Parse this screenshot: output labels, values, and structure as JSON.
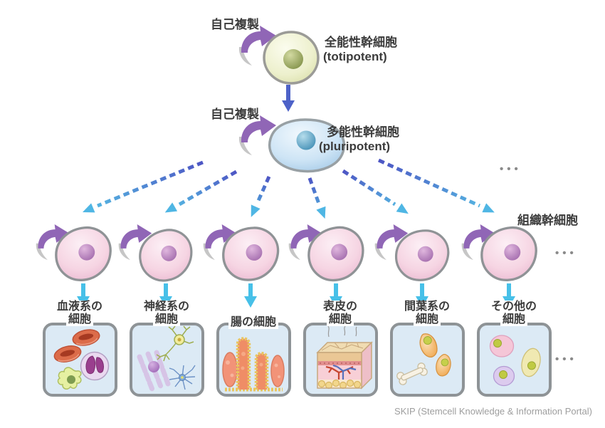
{
  "labels": {
    "self_renewal_top": "自己複製",
    "self_renewal_mid": "自己複製",
    "totipotent_ja": "全能性幹細胞",
    "totipotent_en": "(totipotent)",
    "pluripotent_ja": "多能性幹細胞",
    "pluripotent_en": "(pluripotent)",
    "tissue_stem_ja": "組織幹細胞",
    "ellipsis": "•••"
  },
  "lineages": [
    {
      "name": "blood",
      "label_lines": [
        "血液系の",
        "細胞"
      ]
    },
    {
      "name": "nerve",
      "label_lines": [
        "神経系の",
        "細胞"
      ]
    },
    {
      "name": "intestine",
      "label_lines": [
        "腸の細胞"
      ]
    },
    {
      "name": "epidermis",
      "label_lines": [
        "表皮の",
        "細胞"
      ]
    },
    {
      "name": "mesenchymal",
      "label_lines": [
        "間葉系の",
        "細胞"
      ]
    },
    {
      "name": "other",
      "label_lines": [
        "その他の",
        "細胞"
      ]
    }
  ],
  "credit": "SKIP (Stemcell Knowledge & Information Portal)",
  "icons": {
    "self_renewal_arrow": "curved-purple-arrow",
    "differentiation_arrow": "solid-blue-down-arrow",
    "dashed_differentiation_arrow": "blue-to-cyan-dashed-arrow",
    "lineage_arrow": "cyan-down-arrow",
    "ellipsis": "three-gray-dots"
  },
  "colors": {
    "self_renewal_purple": "#9066b6",
    "arrow_blue": "#4d62c8",
    "arrow_cyan": "#47c0e8",
    "dashed_gradient_start": "#4d55c4",
    "dashed_gradient_end": "#55b8e2",
    "totipotent_cell": "#e9edc6",
    "pluripotent_cell": "#bcd9ef",
    "tissue_cell": "#f1c9db",
    "box_fill": "#dceaf5",
    "box_border": "#8e9396",
    "text": "#3b3b3b",
    "credit_text": "#9e9e9e"
  }
}
